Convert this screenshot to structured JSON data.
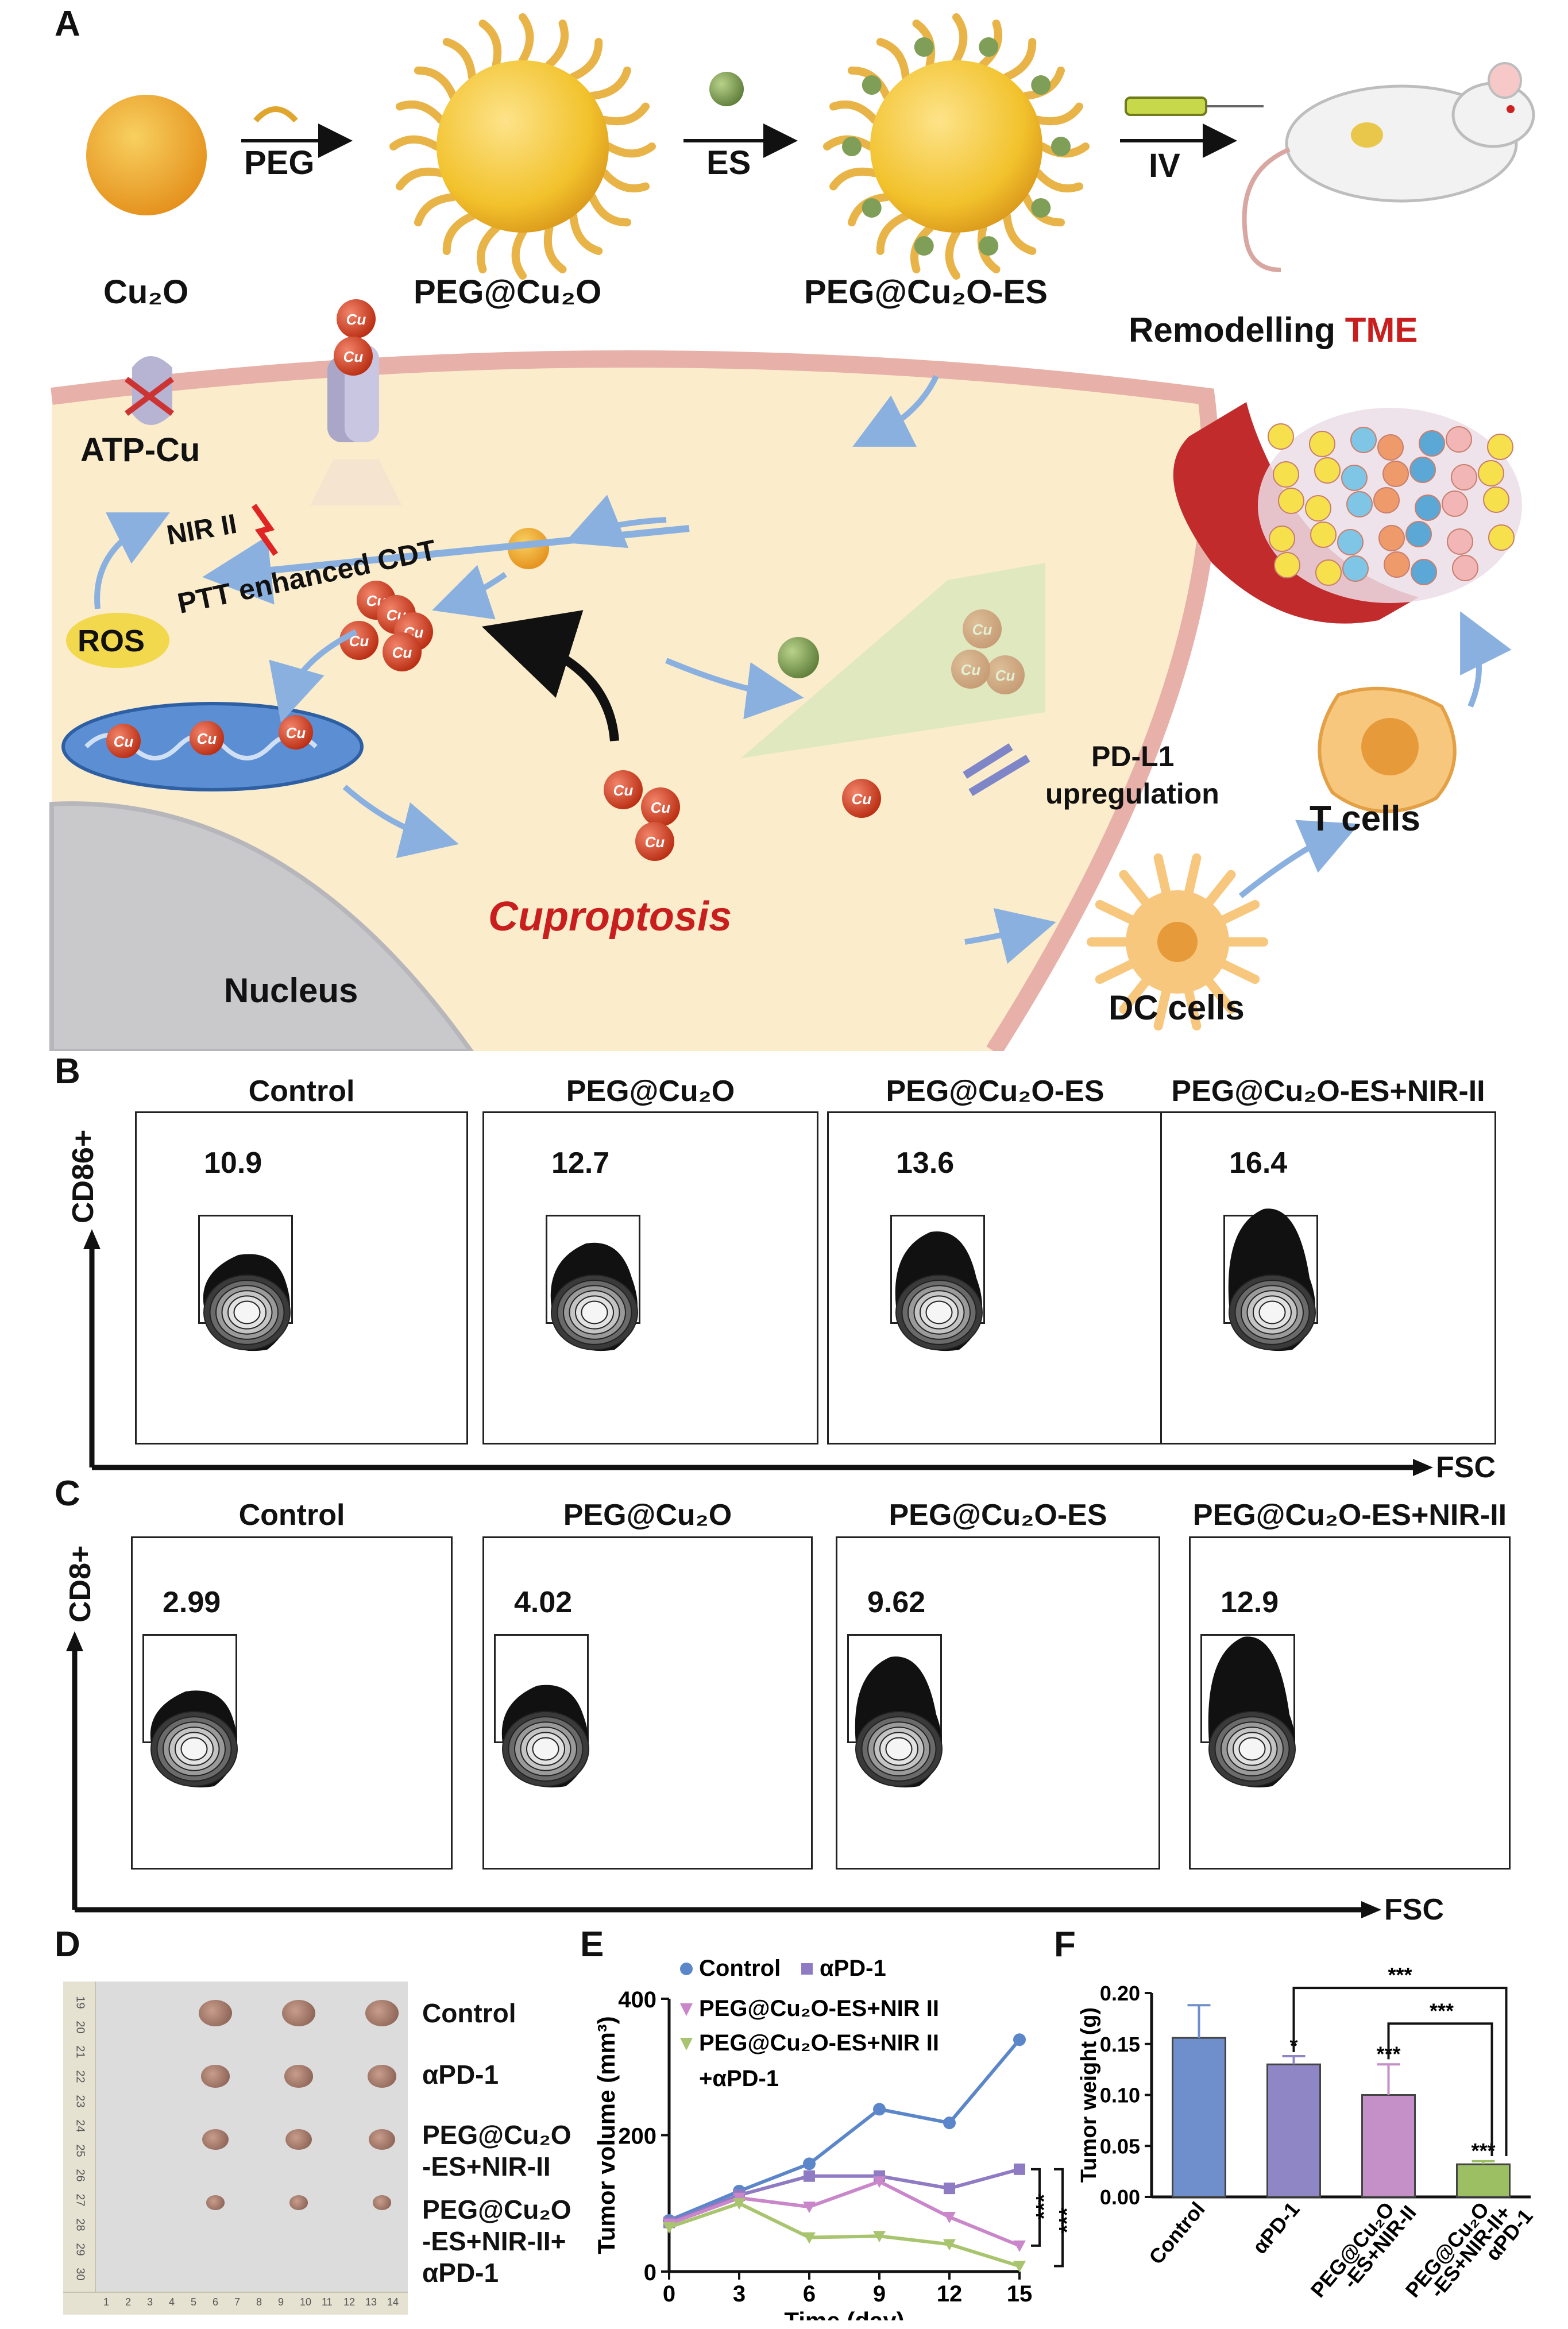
{
  "panels": {
    "a": "A",
    "b": "B",
    "c": "C",
    "d": "D",
    "e": "E",
    "f": "F"
  },
  "schematic": {
    "steps": [
      "Cu₂O",
      "PEG@Cu₂O",
      "PEG@Cu₂O-ES"
    ],
    "arrows": [
      "PEG",
      "ES",
      "IV"
    ],
    "remodelling": "Remodelling",
    "tme": "TME",
    "atp_cu": "ATP-Cu",
    "nir": "NIR II",
    "ptt": "PTT enhanced CDT",
    "ros": "ROS",
    "cu": "Cu",
    "pdl1": "PD-L1",
    "pdl1_sub": "upregulation",
    "tcells": "T cells",
    "dccells": "DC cells",
    "cuproptosis": "Cuproptosis",
    "nucleus": "Nucleus",
    "colors": {
      "cell": "#fbeccc",
      "membrane": "#e7b0a8",
      "nucleus": "#c9c9cc",
      "copper": "#d9441f",
      "arrow": "#8ab0e0",
      "gold": "#f2c22c",
      "ligand": "#e8b448",
      "es": "#7f9e58"
    }
  },
  "flow_b": {
    "y_axis": "CD86+",
    "x_axis": "FSC",
    "groups": [
      {
        "title": "Control",
        "value": "10.9"
      },
      {
        "title": "PEG@Cu₂O",
        "value": "12.7"
      },
      {
        "title": "PEG@Cu₂O-ES",
        "value": "13.6"
      },
      {
        "title": "PEG@Cu₂O-ES+NIR-II",
        "value": "16.4"
      }
    ]
  },
  "flow_c": {
    "y_axis": "CD8+",
    "x_axis": "FSC",
    "groups": [
      {
        "title": "Control",
        "value": "2.99"
      },
      {
        "title": "PEG@Cu₂O",
        "value": "4.02"
      },
      {
        "title": "PEG@Cu₂O-ES",
        "value": "9.62"
      },
      {
        "title": "PEG@Cu₂O-ES+NIR-II",
        "value": "12.9"
      }
    ]
  },
  "photo_d": {
    "labels": [
      "Control",
      "αPD-1",
      "PEG@Cu₂O",
      "-ES+NIR-II",
      "PEG@Cu₂O",
      "-ES+NIR-II+",
      "αPD-1"
    ],
    "ruler_ticks": [
      "19",
      "20",
      "21",
      "22",
      "23",
      "24",
      "25",
      "26",
      "27",
      "28",
      "29",
      "30"
    ],
    "bottom_ticks": [
      "1",
      "2",
      "3",
      "4",
      "5",
      "6",
      "7",
      "8",
      "9",
      "10",
      "11",
      "12",
      "13",
      "14"
    ],
    "tumors_per_row": [
      3,
      3,
      3,
      3
    ],
    "tumor_scale": [
      1.0,
      0.85,
      0.8,
      0.55
    ]
  },
  "chart_data": [
    {
      "type": "line",
      "ylabel": "Tumor volume (mm³)",
      "xlabel": "Time (day)",
      "x": [
        0,
        3,
        6,
        9,
        12,
        15
      ],
      "xticks": [
        "0",
        "3",
        "6",
        "9",
        "12",
        "15"
      ],
      "yticks": [
        "0",
        "200",
        "400"
      ],
      "ylim": [
        0,
        400
      ],
      "xlim": [
        0,
        15
      ],
      "legend": [
        "Control",
        "αPD-1",
        "PEG@Cu₂O-ES+NIR II",
        "PEG@Cu₂O-ES+NIR II",
        "+αPD-1"
      ],
      "series": [
        {
          "name": "Control",
          "color": "#5b86c9",
          "values": [
            75,
            118,
            158,
            238,
            218,
            340
          ]
        },
        {
          "name": "αPD-1",
          "color": "#8f7bc4",
          "values": [
            72,
            112,
            140,
            140,
            122,
            150
          ]
        },
        {
          "name": "PEG@Cu₂O-ES+NIR II",
          "color": "#c987c9",
          "values": [
            70,
            108,
            95,
            132,
            80,
            38
          ]
        },
        {
          "name": "PEG@Cu₂O-ES+NIR II +αPD-1",
          "color": "#a9c46e",
          "values": [
            65,
            100,
            50,
            52,
            40,
            8
          ]
        }
      ],
      "significance": [
        "***",
        "***"
      ]
    },
    {
      "type": "bar",
      "ylabel": "Tumor weight (g)",
      "categories": [
        "Control",
        "αPD-1",
        "PEG@Cu₂O",
        "-ES+NIR-II",
        "PEG@Cu₂O",
        "-ES+NIR-II+",
        "αPD-1"
      ],
      "values": [
        0.156,
        0.13,
        0.1,
        0.032
      ],
      "errors": [
        0.032,
        0.008,
        0.03,
        0.003
      ],
      "colors": [
        "#6e8fcb",
        "#8f86c6",
        "#c58fc7",
        "#9dbf64"
      ],
      "ylim": [
        0,
        0.2
      ],
      "yticks": [
        "0.00",
        "0.05",
        "0.10",
        "0.15",
        "0.20"
      ],
      "stars": [
        "",
        "*",
        "***",
        "***"
      ],
      "brackets": [
        "***",
        "***"
      ]
    }
  ]
}
